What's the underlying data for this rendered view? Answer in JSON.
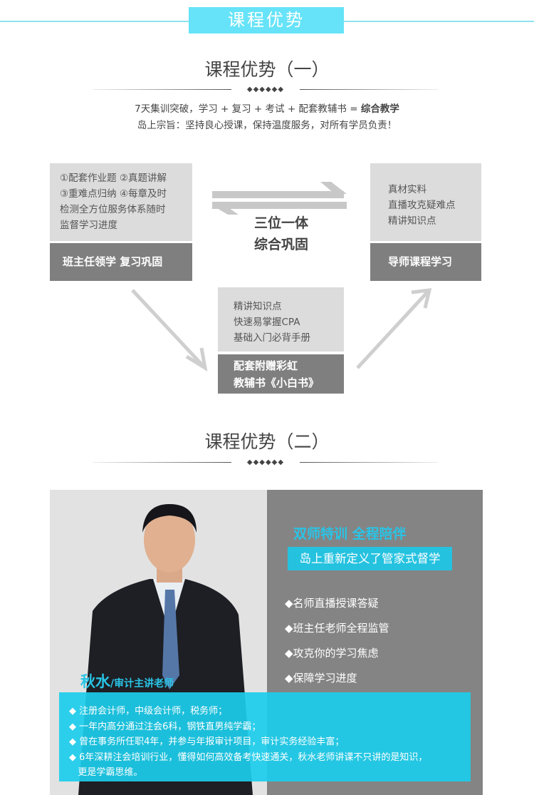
{
  "header": {
    "title": "课程优势"
  },
  "section1": {
    "title": "课程优势（一）",
    "divider": "◆◆◆◆◆◆",
    "line1_prefix": "7天集训突破，学习 + 复习 + 考试 + 配套教辅书 = ",
    "line1_bold": "综合教学",
    "line2": "岛上宗旨：坚持良心授课，保持温度服务，对所有学员负责！",
    "left_box": {
      "lines": [
        "①配套作业题  ②真题讲解",
        "③重难点归纳  ④每章及时",
        "检测全方位服务体系随时",
        "监督学习进度"
      ],
      "label": "班主任领学  复习巩固"
    },
    "right_box": {
      "lines": [
        "真材实料",
        "直播攻克疑难点",
        "精讲知识点"
      ],
      "label": "导师课程学习"
    },
    "center": {
      "line1": "三位一体",
      "line2": "综合巩固"
    },
    "bottom_box": {
      "lines": [
        "精讲知识点",
        "快速易掌握CPA",
        "基础入门必背手册"
      ],
      "label1": "配套附赠彩虹",
      "label2": "教辅书《小白书》"
    }
  },
  "section2": {
    "title": "课程优势（二）",
    "divider": "◆◆◆◆◆◆",
    "headline": "双师特训  全程陪伴",
    "subhead": "岛上重新定义了管家式督学",
    "features": [
      "◆名师直播授课答疑",
      "◆班主任老师全程监管",
      "◆攻克你的学习焦虑",
      "◆保障学习进度"
    ],
    "teacher": {
      "name": "秋水",
      "title": "/审计主讲老师"
    },
    "bio": [
      "◆ 注册会计师，中级会计师，税务师；",
      "◆ 一年内高分通过注会6科，钢铁直男纯学霸；",
      "◆ 曾在事务所任职4年，并参与年报审计项目，审计实务经验丰富；",
      "◆ 6年深耕注会培训行业，懂得如何高效备考快速通关，秋水老师讲课不只讲的是知识，",
      "   更是学霸思维。"
    ]
  },
  "colors": {
    "accent": "#66e3f8",
    "cyan_dark": "#25c2e0",
    "gray": "#7f7f7f",
    "light": "#dcdcdc"
  }
}
